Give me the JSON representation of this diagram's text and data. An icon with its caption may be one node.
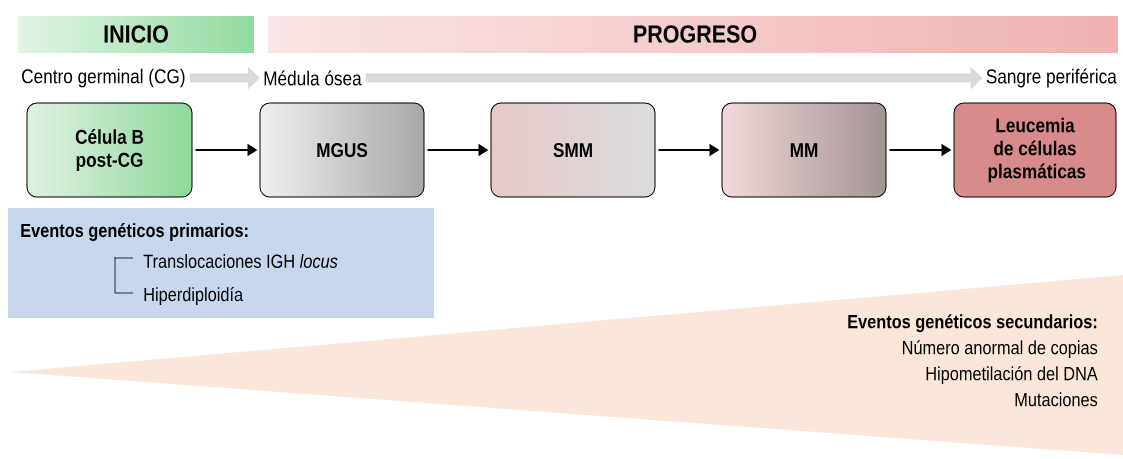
{
  "diagram": {
    "nodes": [
      {
        "text": [
          "INICIO"
        ]
      },
      {
        "text": [
          "PROGRESO"
        ]
      },
      {
        "text": [
          "Centro germinal (CG)"
        ]
      },
      {
        "text": [
          "Médula ósea"
        ]
      },
      {
        "text": [
          "Sangre periférica"
        ]
      },
      {
        "text": [
          "Célula B post-CG"
        ]
      },
      {
        "text": [
          "MGUS"
        ]
      },
      {
        "text": [
          "SMM"
        ]
      },
      {
        "text": [
          "MM"
        ]
      },
      {
        "text": [
          "Leucemia de células plasmáticas"
        ]
      },
      {
        "text": [
          "Eventos genéticos primarios:",
          "Translocaciones IGH *locus*",
          "Hiperdiploidía"
        ]
      },
      {
        "text": [
          "Eventos genéticos secundarios:",
          "Número anormal de copias",
          "Hipometilación del DNA",
          "Mutaciones"
        ]
      }
    ],
    "edges": [
      {
        "from": 2,
        "to": 3,
        "arrow": "to",
        "style": "thick",
        "color": "#d9d9d9"
      },
      {
        "from": 3,
        "to": 4,
        "arrow": "to",
        "style": "thick",
        "color": "#d9d9d9"
      },
      {
        "from": 5,
        "to": 6,
        "arrow": "to"
      },
      {
        "from": 6,
        "to": 7,
        "arrow": "to"
      },
      {
        "from": 7,
        "to": 8,
        "arrow": "to"
      },
      {
        "from": 8,
        "to": 9,
        "arrow": "to"
      }
    ]
  }
}
